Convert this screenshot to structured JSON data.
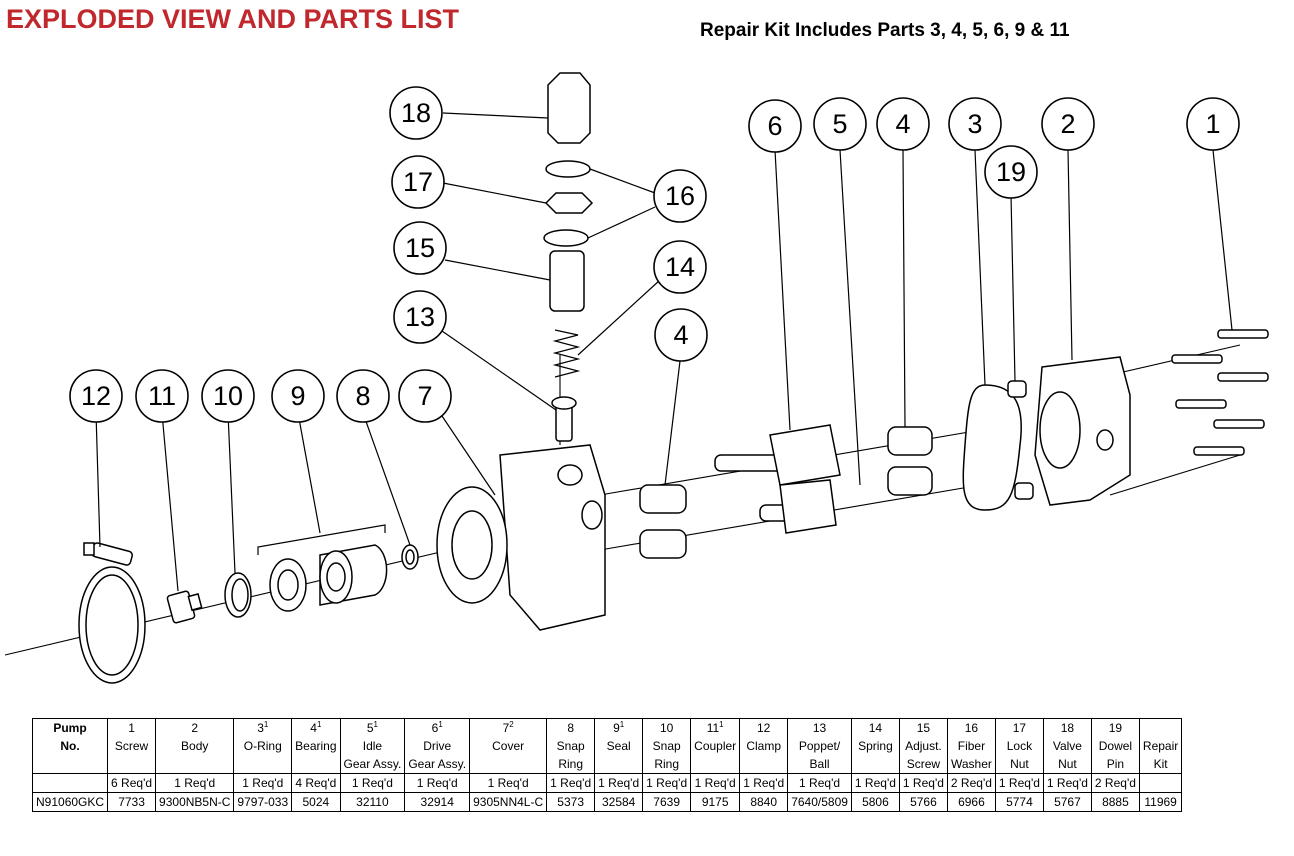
{
  "title": "EXPLODED VIEW AND PARTS LIST",
  "subtitle": "Repair Kit Includes Parts 3, 4, 5, 6, 9 & 11",
  "callouts": [
    "1",
    "2",
    "3",
    "4",
    "5",
    "6",
    "7",
    "8",
    "9",
    "10",
    "11",
    "12",
    "13",
    "14",
    "15",
    "16",
    "17",
    "18",
    "19",
    "4"
  ],
  "table": {
    "header_pump": "Pump",
    "header_no": "No.",
    "columns": [
      {
        "num": "1",
        "sup": "",
        "name1": "Screw",
        "name2": "",
        "req": "6 Req'd",
        "part": "7733"
      },
      {
        "num": "2",
        "sup": "",
        "name1": "Body",
        "name2": "",
        "req": "1 Req'd",
        "part": "9300NB5N-C"
      },
      {
        "num": "3",
        "sup": "1",
        "name1": "O-Ring",
        "name2": "",
        "req": "1 Req'd",
        "part": "9797-033"
      },
      {
        "num": "4",
        "sup": "1",
        "name1": "Bearing",
        "name2": "",
        "req": "4 Req'd",
        "part": "5024"
      },
      {
        "num": "5",
        "sup": "1",
        "name1": "Idle",
        "name2": "Gear Assy.",
        "req": "1 Req'd",
        "part": "32110"
      },
      {
        "num": "6",
        "sup": "1",
        "name1": "Drive",
        "name2": "Gear Assy.",
        "req": "1 Req'd",
        "part": "32914"
      },
      {
        "num": "7",
        "sup": "2",
        "name1": "Cover",
        "name2": "",
        "req": "1 Req'd",
        "part": "9305NN4L-C"
      },
      {
        "num": "8",
        "sup": "",
        "name1": "Snap",
        "name2": "Ring",
        "req": "1 Req'd",
        "part": "5373"
      },
      {
        "num": "9",
        "sup": "1",
        "name1": "Seal",
        "name2": "",
        "req": "1 Req'd",
        "part": "32584"
      },
      {
        "num": "10",
        "sup": "",
        "name1": "Snap",
        "name2": "Ring",
        "req": "1 Req'd",
        "part": "7639"
      },
      {
        "num": "11",
        "sup": "1",
        "name1": "Coupler",
        "name2": "",
        "req": "1 Req'd",
        "part": "9175"
      },
      {
        "num": "12",
        "sup": "",
        "name1": "Clamp",
        "name2": "",
        "req": "1 Req'd",
        "part": "8840"
      },
      {
        "num": "13",
        "sup": "",
        "name1": "Poppet/",
        "name2": "Ball",
        "req": "1 Req'd",
        "part": "7640/5809"
      },
      {
        "num": "14",
        "sup": "",
        "name1": "Spring",
        "name2": "",
        "req": "1 Req'd",
        "part": "5806"
      },
      {
        "num": "15",
        "sup": "",
        "name1": "Adjust.",
        "name2": "Screw",
        "req": "1 Req'd",
        "part": "5766"
      },
      {
        "num": "16",
        "sup": "",
        "name1": "Fiber",
        "name2": "Washer",
        "req": "2 Req'd",
        "part": "6966"
      },
      {
        "num": "17",
        "sup": "",
        "name1": "Lock",
        "name2": "Nut",
        "req": "1 Req'd",
        "part": "5774"
      },
      {
        "num": "18",
        "sup": "",
        "name1": "Valve",
        "name2": "Nut",
        "req": "1 Req'd",
        "part": "5767"
      },
      {
        "num": "19",
        "sup": "",
        "name1": "Dowel",
        "name2": "Pin",
        "req": "2 Req'd",
        "part": "8885"
      },
      {
        "num": "",
        "sup": "",
        "name1": "Repair",
        "name2": "Kit",
        "req": "",
        "part": "11969"
      }
    ],
    "pump_model": "N91060GKC"
  }
}
